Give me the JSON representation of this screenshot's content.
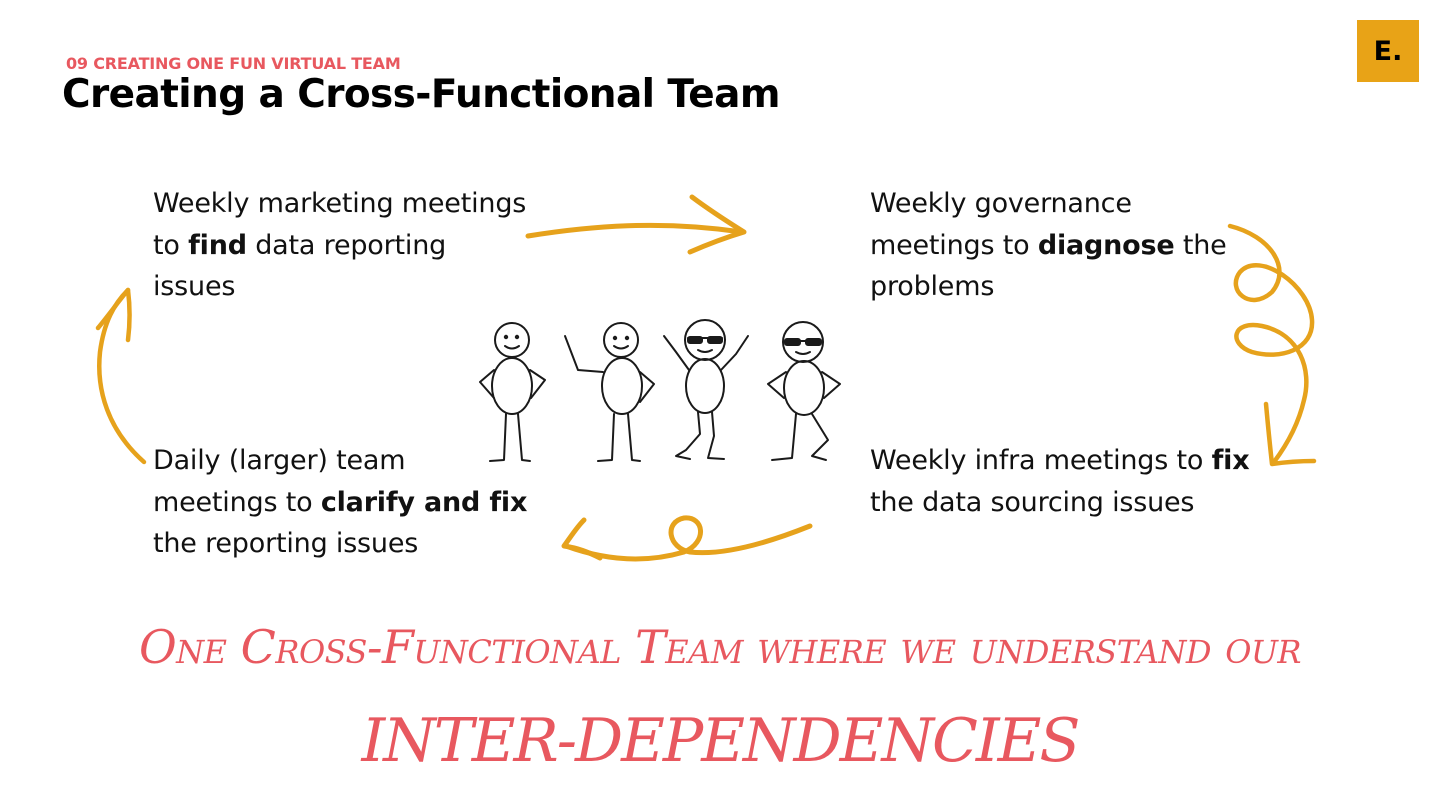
{
  "colors": {
    "accent": "#e8585f",
    "brand": "#e8a317",
    "arrow": "#e6a21c",
    "text": "#111111"
  },
  "header": {
    "eyebrow": "09 CREATING ONE FUN VIRTUAL TEAM",
    "title": "Creating a Cross-Functional Team",
    "logo": "E."
  },
  "steps": {
    "top_left": {
      "pre": "Weekly marketing meetings to ",
      "bold": "find",
      "post": " data reporting issues"
    },
    "top_right": {
      "pre": "Weekly governance meetings to ",
      "bold": "diagnose",
      "post": " the problems"
    },
    "bottom_right": {
      "pre": "Weekly infra meetings to ",
      "bold": "fix",
      "post": " the data sourcing issues"
    },
    "bottom_left": {
      "pre": "Daily (larger) team meetings to ",
      "bold": "clarify and fix",
      "post": " the reporting issues"
    }
  },
  "illustration": {
    "icon": "stick-figure-team-icon",
    "figure_count": 4
  },
  "tagline": {
    "line1": "One Cross-Functional Team where we understand our",
    "line2": "INTER-DEPENDENCIES"
  }
}
